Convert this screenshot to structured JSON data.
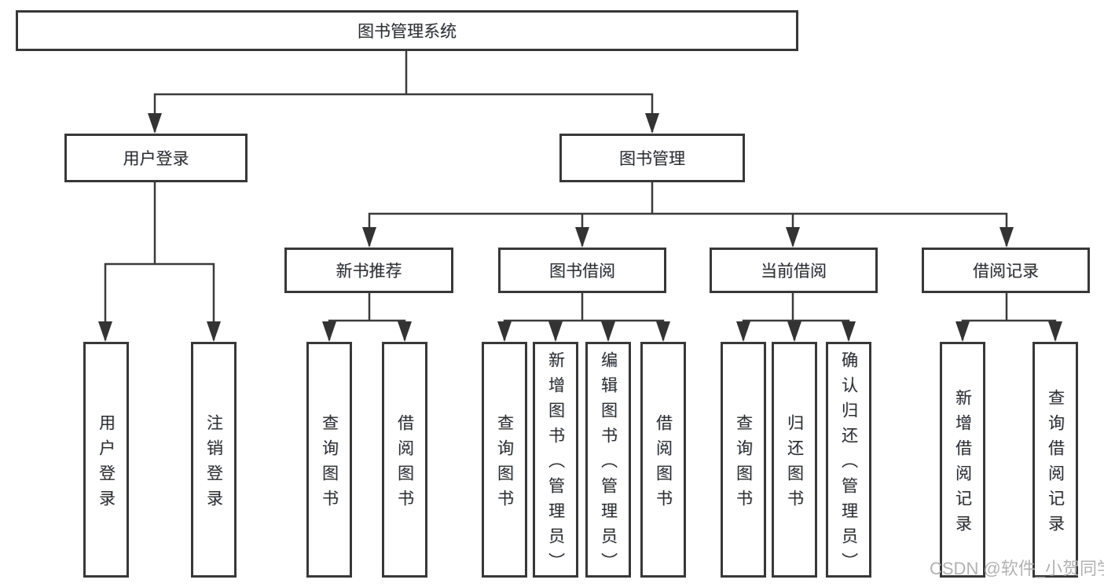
{
  "colors": {
    "line": "#3b3b3b",
    "box_border": "#383838",
    "text": "#2e2e2e",
    "background": "#ffffff",
    "watermark": "#b2b2b2"
  },
  "watermark": {
    "text": "CSDN @软件_小贺同学"
  },
  "diagram": {
    "root_label": "图书管理系统",
    "branches": [
      {
        "label": "用户登录",
        "leaves": [
          "用户登录",
          "注销登录"
        ]
      },
      {
        "label": "图书管理",
        "groups": [
          {
            "label": "新书推荐",
            "leaves": [
              "查询图书",
              "借阅图书"
            ]
          },
          {
            "label": "图书借阅",
            "leaves": [
              "查询图书",
              "新增图书（管理员）",
              "编辑图书（管理员）",
              "借阅图书"
            ]
          },
          {
            "label": "当前借阅",
            "leaves": [
              "查询图书",
              "归还图书",
              "确认归还（管理员）"
            ]
          },
          {
            "label": "借阅记录",
            "leaves": [
              "新增借阅记录",
              "查询借阅记录"
            ]
          }
        ]
      }
    ]
  }
}
